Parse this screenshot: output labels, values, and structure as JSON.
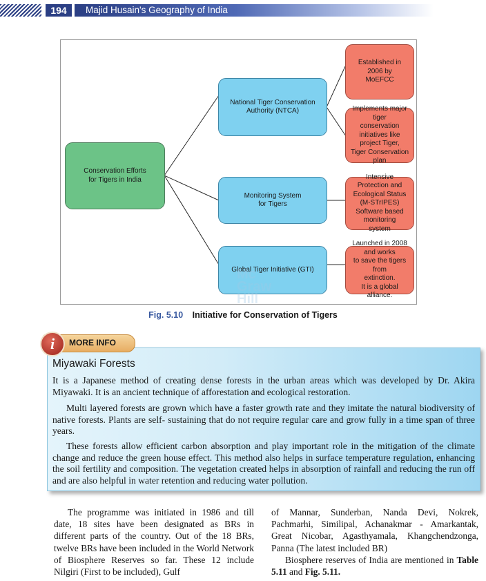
{
  "header": {
    "page_number": "194",
    "running_title": "Majid Husain's Geography of India"
  },
  "figure": {
    "watermark": "Mc Graw Hill",
    "nodes": {
      "root": "Conservation Efforts\nfor Tigers in India",
      "ntca": "National Tiger Conservation\nAuthority (NTCA)",
      "monitoring": "Monitoring System\nfor Tigers",
      "gti": "Global Tiger Initiative (GTI)",
      "ntca_leaf1": "Established in 2006 by\nMoEFCC",
      "ntca_leaf2": "Implements major tiger\nconservation initiatives like\nproject Tiger,\nTiger Conservation plan",
      "monitoring_leaf": "Intensive Protection and\nEcological Status\n(M-STrIPES)\nSoftware based monitoring\nsystem",
      "gti_leaf": "Launched in 2008 and works\nto save the tigers from\nextinction.\nIt is a global alliance."
    },
    "caption_number": "Fig. 5.10",
    "caption_title": "Initiative for Conservation of Tigers"
  },
  "more_info": {
    "label": "MORE INFO",
    "icon": "info-icon",
    "heading": "Miyawaki Forests",
    "paragraphs": [
      "It is a Japanese method of creating dense forests in the urban areas which was developed by Dr. Akira Miyawaki. It is an ancient technique of afforestation and ecological restoration.",
      "Multi layered forests are grown which have a faster growth rate and they imitate the natural biodiversity of native forests. Plants are self- sustaining that do not require regular care and grow fully in a time span of three years.",
      "These forests allow efficient carbon absorption and play important role in the mitigation of the climate change and reduce the green house effect. This method also helps in surface temperature regulation, enhancing the soil fertility and composition. The vegetation created helps in absorption of rainfall and reducing the run off and are also helpful in water retention and reducing water pollution."
    ]
  },
  "body": {
    "left_column": "The programme was initiated in 1986 and till date, 18 sites have been designated as BRs in different parts of the country. Out of the 18 BRs, twelve BRs have been included in the World Network of Biosphere Reserves so far. These 12 include Nilgiri (First to be included), Gulf",
    "right_column_para1": "of Mannar, Sunderban, Nanda Devi, Nokrek, Pachmarhi, Similipal, Achanakmar - Amarkantak, Great Nicobar, Agasthyamala, Khangchendzonga, Panna (The latest included BR)",
    "right_column_para2_start": "Biosphere reserves of India are mentioned in ",
    "table_ref": "Table 5.11",
    "and_word": " and ",
    "fig_ref": "Fig. 5.11."
  }
}
